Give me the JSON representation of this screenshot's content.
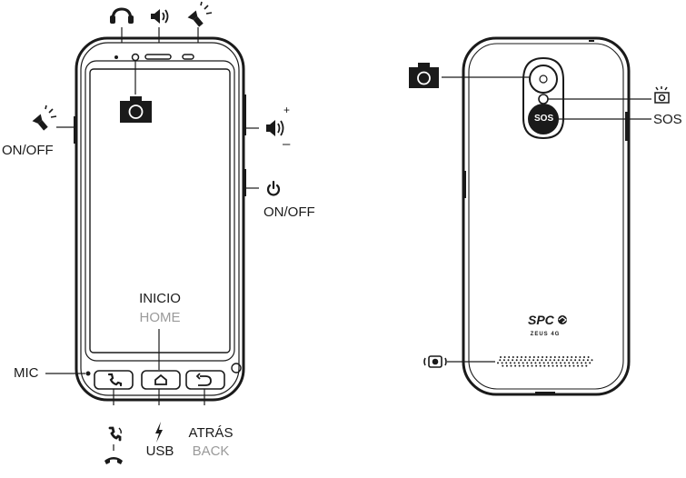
{
  "front": {
    "flash_label": "ON/OFF",
    "power_label": "ON/OFF",
    "volume_plus": "+",
    "volume_minus": "–",
    "home_label_es": "INICIO",
    "home_label_en": "HOME",
    "mic_label": "MIC",
    "usb_label": "USB",
    "back_label_es": "ATRÁS",
    "back_label_en": "BACK"
  },
  "back": {
    "sos_button_text": "SOS",
    "sos_label": "SOS",
    "brand_logo": "SPC",
    "model_text": "ZEUS 4G"
  },
  "icons": [
    "headphones-icon",
    "speaker-icon",
    "flashlight-icon",
    "camera-icon",
    "volume-icon",
    "power-icon",
    "call-icon",
    "hangup-icon",
    "usb-icon",
    "home-icon",
    "back-icon",
    "flash-icon",
    "vibration-icon"
  ]
}
